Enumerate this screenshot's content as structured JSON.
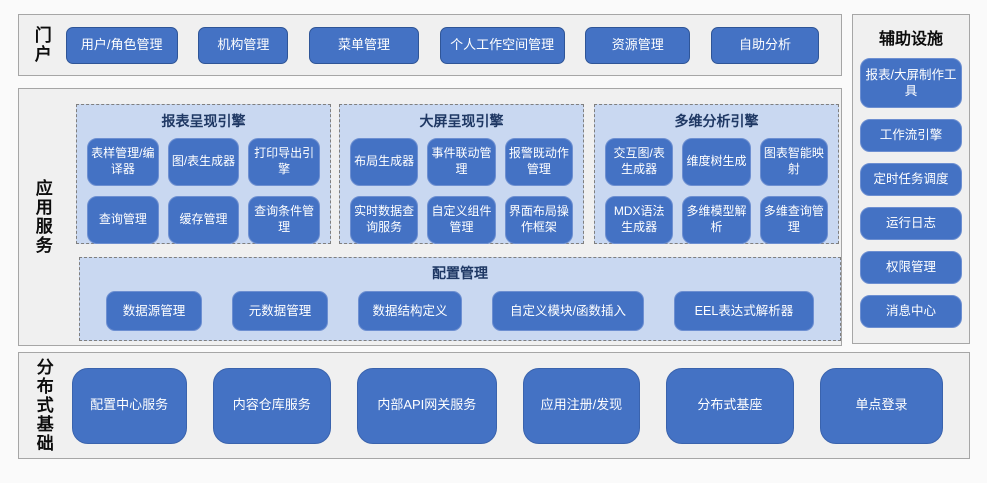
{
  "colors": {
    "button_blue": "#4472c4",
    "button_border": "#2f5597",
    "engine_fill": "#c9d8f1",
    "engine_title_navy": "#1f3864",
    "section_gray": "#f0f0f0",
    "section_border": "#a6a6a6"
  },
  "portal": {
    "label": "门户",
    "buttons": [
      "用户/角色管理",
      "机构管理",
      "菜单管理",
      "个人工作空间管理",
      "资源管理",
      "自助分析"
    ]
  },
  "app": {
    "label": "应用服务",
    "engines": [
      {
        "title": "报表呈现引擎",
        "buttons": [
          "表样管理/编译器",
          "图/表生成器",
          "打印导出引擎",
          "查询管理",
          "缓存管理",
          "查询条件管理"
        ]
      },
      {
        "title": "大屏呈现引擎",
        "buttons": [
          "布局生成器",
          "事件联动管理",
          "报警既动作管理",
          "实时数据查询服务",
          "自定义组件管理",
          "界面布局操作框架"
        ]
      },
      {
        "title": "多维分析引擎",
        "buttons": [
          "交互图/表生成器",
          "维度树生成",
          "图表智能映射",
          "MDX语法生成器",
          "多维模型解析",
          "多维查询管理"
        ]
      }
    ],
    "config": {
      "title": "配置管理",
      "buttons": [
        "数据源管理",
        "元数据管理",
        "数据结构定义",
        "自定义模块/函数插入",
        "EEL表达式解析器"
      ]
    }
  },
  "dist": {
    "label": "分布式基础",
    "buttons": [
      "配置中心服务",
      "内容仓库服务",
      "内部API网关服务",
      "应用注册/发现",
      "分布式基座",
      "单点登录"
    ]
  },
  "aux": {
    "title": "辅助设施",
    "buttons": [
      "报表/大屏制作工具",
      "工作流引擎",
      "定时任务调度",
      "运行日志",
      "权限管理",
      "消息中心"
    ]
  }
}
